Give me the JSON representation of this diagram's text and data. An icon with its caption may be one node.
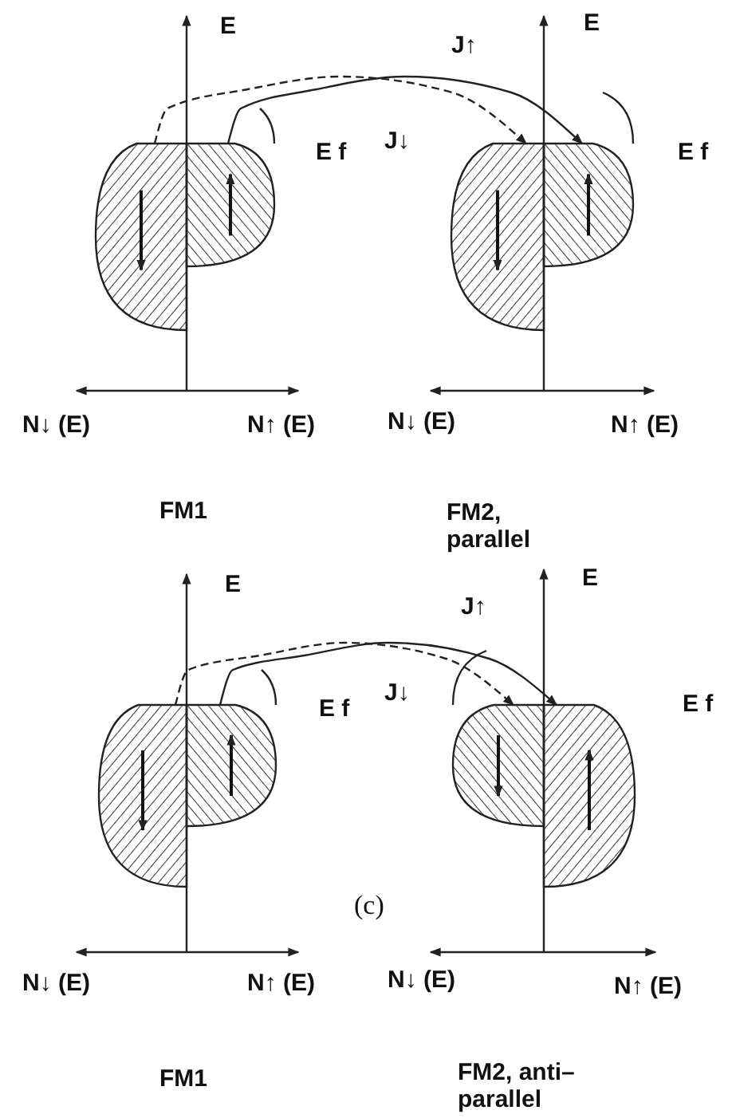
{
  "diagram": {
    "nodes": [
      {
        "text": [],
        "shape": "semicircle"
      },
      {
        "text": [],
        "shape": "semicircle"
      },
      {
        "text": [],
        "shape": "semicircle"
      },
      {
        "text": [],
        "shape": "semicircle"
      },
      {
        "text": [],
        "shape": "semicircle"
      },
      {
        "text": [],
        "shape": "semicircle"
      },
      {
        "text": [],
        "shape": "semicircle"
      },
      {
        "text": [],
        "shape": "semicircle"
      }
    ],
    "edges": [
      {
        "from": 1,
        "to": 3,
        "arrow": "to",
        "label": "J↑"
      },
      {
        "from": 0,
        "to": 2,
        "arrow": "to",
        "label": "J↓",
        "style": "dashed"
      },
      {
        "from": 5,
        "to": 7,
        "arrow": "to",
        "label": "J↑"
      },
      {
        "from": 4,
        "to": 6,
        "arrow": "to",
        "label": "J↓",
        "style": "dashed"
      }
    ],
    "labels": [
      "E",
      "E",
      "E f",
      "E f",
      "N↓ (E)",
      "N↑ (E)",
      "N↓ (E)",
      "N↑ (E)",
      "FM1",
      "FM2, parallel",
      "E",
      "E",
      "E f",
      "E f",
      "(c)",
      "N↓ (E)",
      "N↑ (E)",
      "N↓ (E)",
      "N↑ (E)",
      "FM1",
      "FM2, anti–parallel"
    ]
  }
}
